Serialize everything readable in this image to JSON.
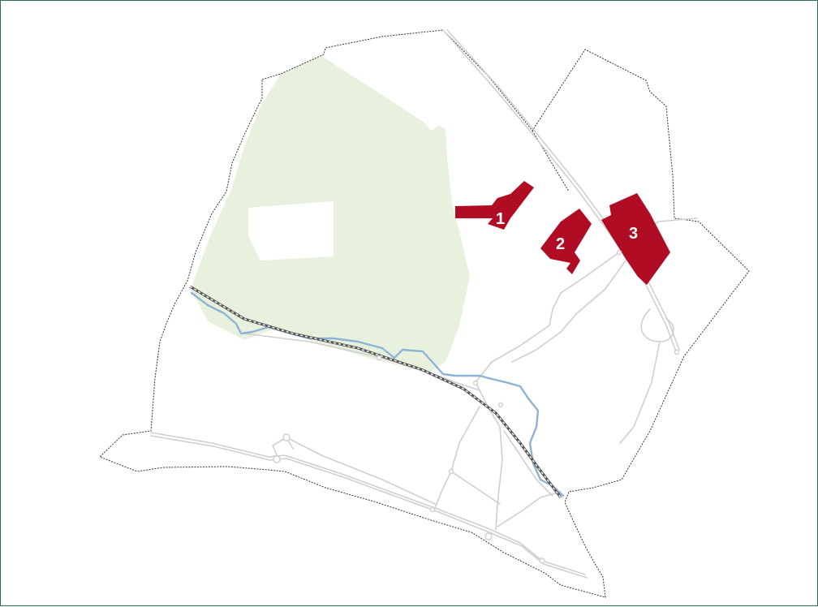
{
  "colors": {
    "frame": "#2f6b5a",
    "boundary": "#333333",
    "woodland": "#e8f1de",
    "road": "#cfcfcf",
    "river": "#8fb3d4",
    "railway": "#555555",
    "site_fill": "#b00d25",
    "site_label": "#ffffff"
  },
  "sites": [
    {
      "id": "site-1",
      "label": "1"
    },
    {
      "id": "site-2",
      "label": "2"
    },
    {
      "id": "site-3",
      "label": "3"
    }
  ]
}
